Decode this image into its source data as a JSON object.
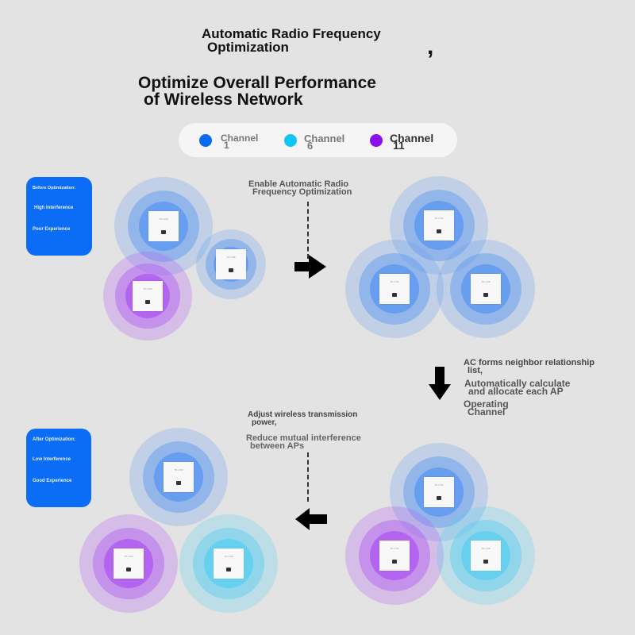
{
  "header": {
    "title_line1": "Automatic Radio Frequency",
    "title_line2": "Optimization",
    "separator": ",",
    "subtitle_line1": "Optimize Overall Performance",
    "subtitle_line2": "of Wireless Network"
  },
  "legend": {
    "items": [
      {
        "label": "Channel",
        "number": "1",
        "color": "#0a6bf2",
        "icon": "channel-1-dot-icon"
      },
      {
        "label": "Channel",
        "number": "6",
        "color": "#12c3f5",
        "icon": "channel-6-dot-icon"
      },
      {
        "label": "Channel",
        "number": "11",
        "color": "#8a10f0",
        "icon": "channel-11-dot-icon"
      }
    ]
  },
  "before_card": {
    "heading": "Before Optimization:",
    "line1": "High Interference",
    "line2": "Poor Experience"
  },
  "after_card": {
    "heading": "After Optimization:",
    "line1": "Low Interference",
    "line2": "Good Experience"
  },
  "steps": {
    "step1_line1": "Enable Automatic Radio",
    "step1_line2": "Frequency Optimization",
    "step2_line1": "AC forms neighbor relationship",
    "step2_line2": "list,",
    "step2_line3": "Automatically calculate",
    "step2_line4": "and allocate each AP",
    "step2_line5": "Operating",
    "step2_line6": "Channel",
    "step3_line1": "Adjust wireless transmission",
    "step3_line2": "power,",
    "step3_line3": "Reduce mutual interference",
    "step3_line4": "between APs"
  },
  "ap_brand": "TP-LINK",
  "colors": {
    "channel1": "#5a9cf0",
    "channel6": "#5ccff0",
    "channel11": "#b25cf0",
    "card_bg": "#0b6cf5"
  },
  "diagrams": {
    "before": [
      {
        "channel": "1",
        "power": "high"
      },
      {
        "channel": "1",
        "power": "medium"
      },
      {
        "channel": "11",
        "power": "high"
      }
    ],
    "middle": [
      {
        "channel": "1",
        "power": "high"
      },
      {
        "channel": "1",
        "power": "high"
      },
      {
        "channel": "1",
        "power": "high"
      }
    ],
    "allocated": [
      {
        "channel": "1",
        "power": "high"
      },
      {
        "channel": "11",
        "power": "high"
      },
      {
        "channel": "6",
        "power": "high"
      }
    ],
    "after": [
      {
        "channel": "1",
        "power": "adjusted"
      },
      {
        "channel": "11",
        "power": "adjusted"
      },
      {
        "channel": "6",
        "power": "adjusted"
      }
    ]
  }
}
